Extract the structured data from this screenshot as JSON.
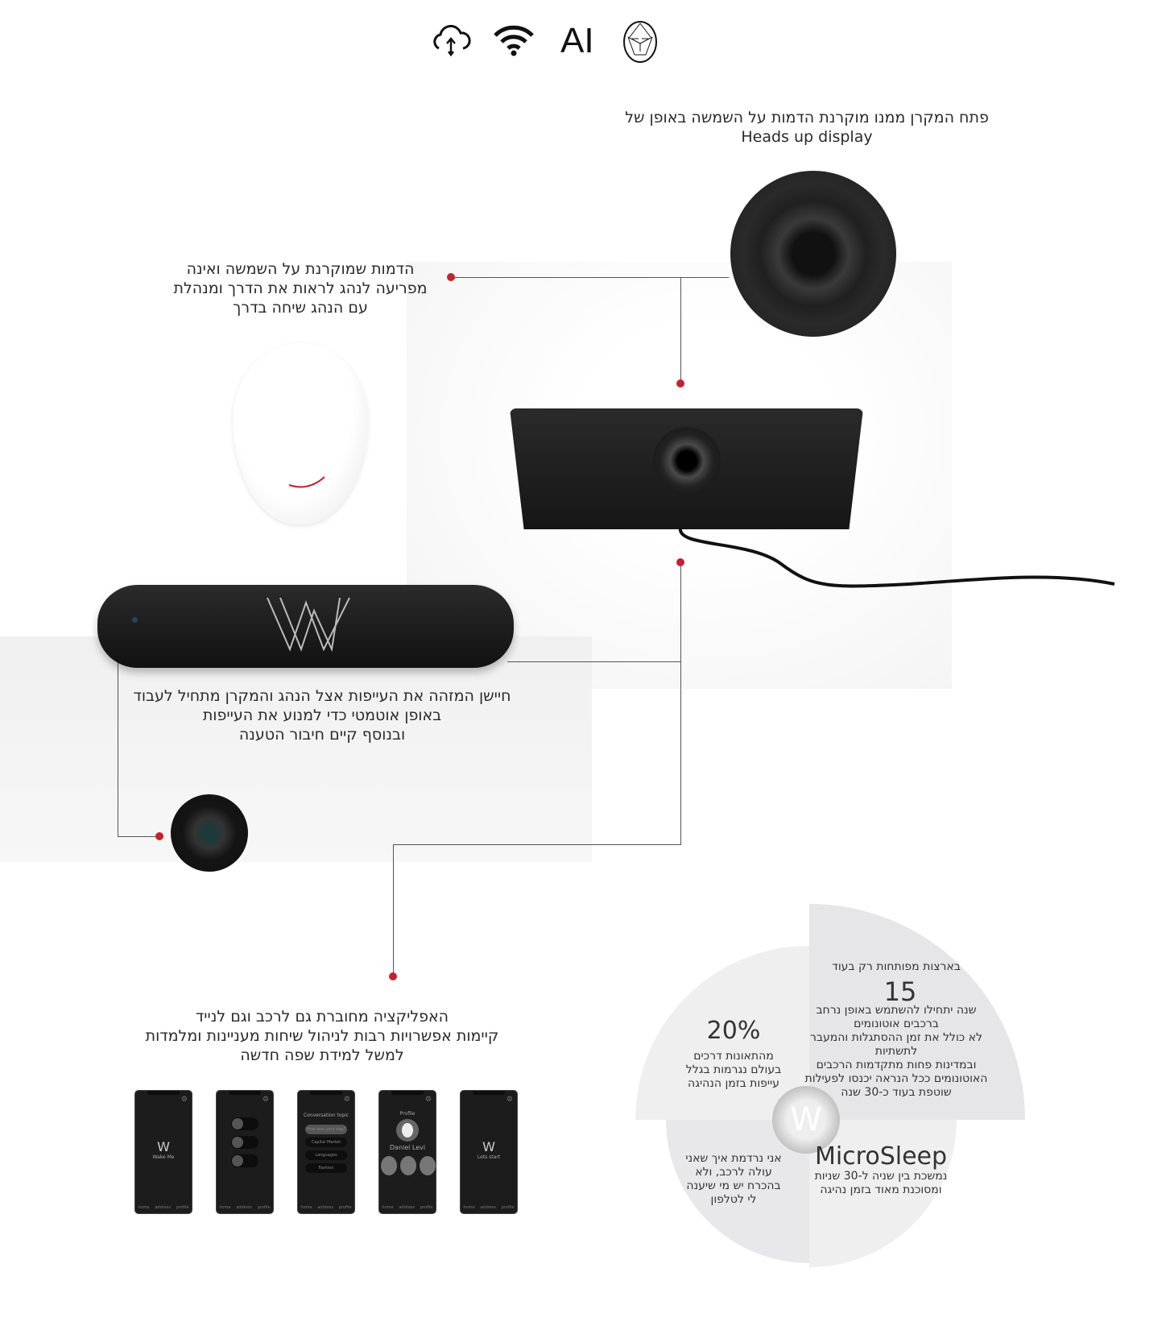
{
  "top_icons": [
    {
      "name": "cloud-sync-icon"
    },
    {
      "name": "wifi-icon"
    },
    {
      "name": "ai-icon",
      "label": "AI"
    },
    {
      "name": "face-scan-icon"
    }
  ],
  "hud": {
    "lines": [
      "פתח המקרן ממנו מוקרנת הדמות על השמשה באופן של",
      "Heads up display"
    ]
  },
  "face": {
    "lines": [
      "הדמות שמוקרנת על השמשה ואינה",
      "מפריעה לנהג לראות את הדרך ומנהלת",
      "עם הנהג שיחה בדרך"
    ]
  },
  "sensor": {
    "lines": [
      "חיישן המזהה את העייפות אצל הנהג והמקרן מתחיל לעבוד",
      "באופן אוטמטי כדי למנוע את העייפות",
      "ובנוסף קיים חיבור הטענה"
    ]
  },
  "app": {
    "lines": [
      "האפליקציה מחוברת גם לרכב וגם לנייד",
      "קיימות אפשרויות רבות לניהול שיחות מעניינות ומלמדות",
      "למשל למידת שפה חדשה"
    ]
  },
  "phones": [
    {
      "title": "Wake Me"
    },
    {
      "title": ""
    },
    {
      "title": "Conversation topic",
      "options": [
        "How was your day?",
        "Capital Market",
        "Languages",
        "Fashion"
      ]
    },
    {
      "title": "Profile",
      "name": "Daniel Levi"
    },
    {
      "title": "Lets start"
    }
  ],
  "phone_nav": [
    "home",
    "address",
    "profile"
  ],
  "stats": {
    "q1": {
      "lines_top": "בארצות מפותחות רק בעוד",
      "big": "15",
      "lines": [
        "שנה יתחילו להשתמש באופן נרחב",
        "ברכבים אוטונומים",
        "לא כולל את זמן ההסתגלות והמעבר",
        "לתשתיות",
        "ובמדינות פחות מתקדמות הרכבים",
        "האוטונומים ככל הנראה יכנסו לפעילות",
        "שוטפת  בעוד כ-30 שנה"
      ]
    },
    "q2": {
      "big": "20%",
      "lines": [
        "מהתאונות דרכים",
        "בעולם נגרמות בגלל",
        "עייפות בזמן הנהיגה"
      ]
    },
    "q3": {
      "lines": [
        "אני נרדמת איך שאני",
        "עולה לרכב, ולא",
        "בהכרח יש מי שיענה",
        "לי לטלפון"
      ]
    },
    "q4": {
      "big": "MicroSleep",
      "lines": [
        "נמשכת בין שניה ל-30 שניות",
        "ומסוכנת מאוד בזמן נהיגה"
      ]
    }
  },
  "colors": {
    "accent": "#c8202e",
    "device": "#1e1e1e"
  }
}
